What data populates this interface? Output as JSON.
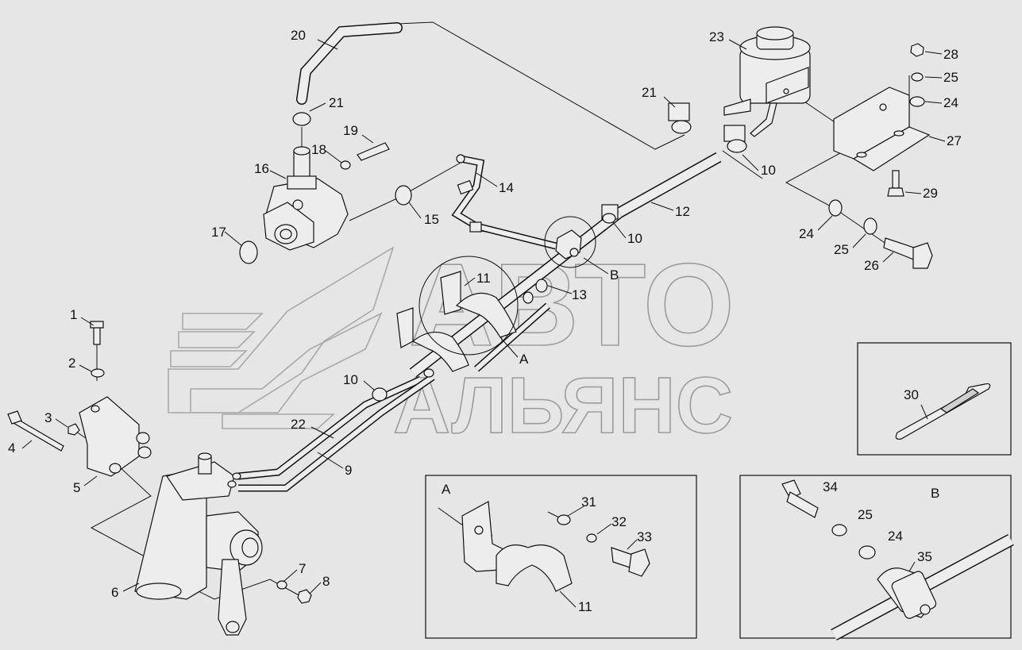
{
  "watermark": {
    "line1": "АВТО",
    "line2": "АЛЬЯНС"
  },
  "callouts": {
    "n1": "1",
    "n2": "2",
    "n3": "3",
    "n4": "4",
    "n5": "5",
    "n6": "6",
    "n7": "7",
    "n8": "8",
    "n9": "9",
    "n10a": "10",
    "n10b": "10",
    "n10c": "10",
    "n11a": "11",
    "n11b": "11",
    "n12": "12",
    "n13": "13",
    "n14": "14",
    "n15": "15",
    "n16": "16",
    "n17": "17",
    "n18": "18",
    "n19": "19",
    "n20": "20",
    "n21a": "21",
    "n21b": "21",
    "n22": "22",
    "n23": "23",
    "n24a": "24",
    "n24b": "24",
    "n24c": "24",
    "n25a": "25",
    "n25b": "25",
    "n25c": "25",
    "n26": "26",
    "n27": "27",
    "n28": "28",
    "n29": "29",
    "n30": "30",
    "n31": "31",
    "n32": "32",
    "n33": "33",
    "n34": "34",
    "n35": "35",
    "viewA": "A",
    "viewB": "B",
    "detailA": "A",
    "detailB": "B"
  }
}
